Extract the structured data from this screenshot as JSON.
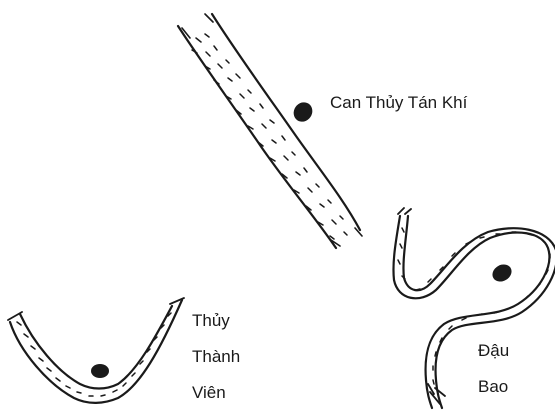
{
  "diagrams": [
    {
      "id": "straight-river",
      "label": "Can Thủy Tán Khí"
    },
    {
      "id": "curved-river",
      "label": "Thủy Thành Viên",
      "label_lines": [
        "Thủy",
        "Thành",
        "Viên"
      ]
    },
    {
      "id": "meander-river",
      "label": "Đậu Bao",
      "label_lines": [
        "Đậu",
        "Bao"
      ]
    }
  ],
  "colors": {
    "ink": "#1a1a1a",
    "paper": "#ffffff"
  }
}
